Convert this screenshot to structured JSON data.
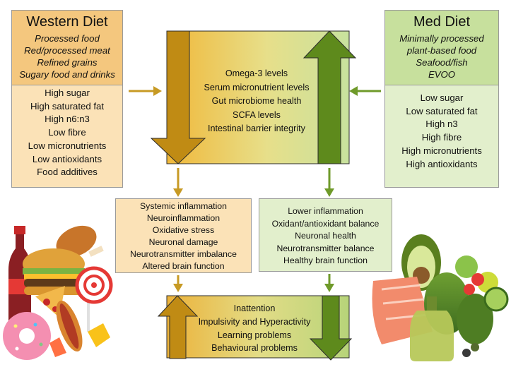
{
  "western": {
    "title": "Western Diet",
    "foods": [
      "Processed food",
      "Red/processed meat",
      "Refined grains",
      "Sugary food and drinks"
    ],
    "traits": [
      "High sugar",
      "High saturated fat",
      "High n6:n3",
      "Low fibre",
      "Low micronutrients",
      "Low antioxidants",
      "Food additives"
    ]
  },
  "med": {
    "title": "Med Diet",
    "foods": [
      "Minimally processed",
      "plant-based food",
      "Seafood/fish",
      "EVOO"
    ],
    "traits": [
      "Low sugar",
      "Low saturated fat",
      "High n3",
      "High fibre",
      "High micronutrients",
      "High antioxidants"
    ]
  },
  "central": {
    "items": [
      "Omega-3 levels",
      "Serum micronutrient levels",
      "Gut microbiome health",
      "SCFA levels",
      "Intestinal barrier integrity"
    ]
  },
  "western_effects": [
    "Systemic inflammation",
    "Neuroinflammation",
    "Oxidative stress",
    "Neuronal damage",
    "Neurotransmitter imbalance",
    "Altered brain function"
  ],
  "med_effects": [
    "Lower inflammation",
    "Oxidant/antioxidant balance",
    "Neuronal health",
    "Neurotransmitter balance",
    "Healthy brain function"
  ],
  "outcomes": [
    "Inattention",
    "Impulsivity and Hyperactivity",
    "Learning problems",
    "Behavioural problems"
  ],
  "colors": {
    "western_dark": "#c08b14",
    "western_light": "#f4c77e",
    "med_dark": "#5e8a1c",
    "med_light": "#c7e09d",
    "connector_gold": "#c79a24",
    "connector_green": "#6f9a2a"
  },
  "images": {
    "left": "junk-food-illustration",
    "right": "mediterranean-food-illustration"
  }
}
